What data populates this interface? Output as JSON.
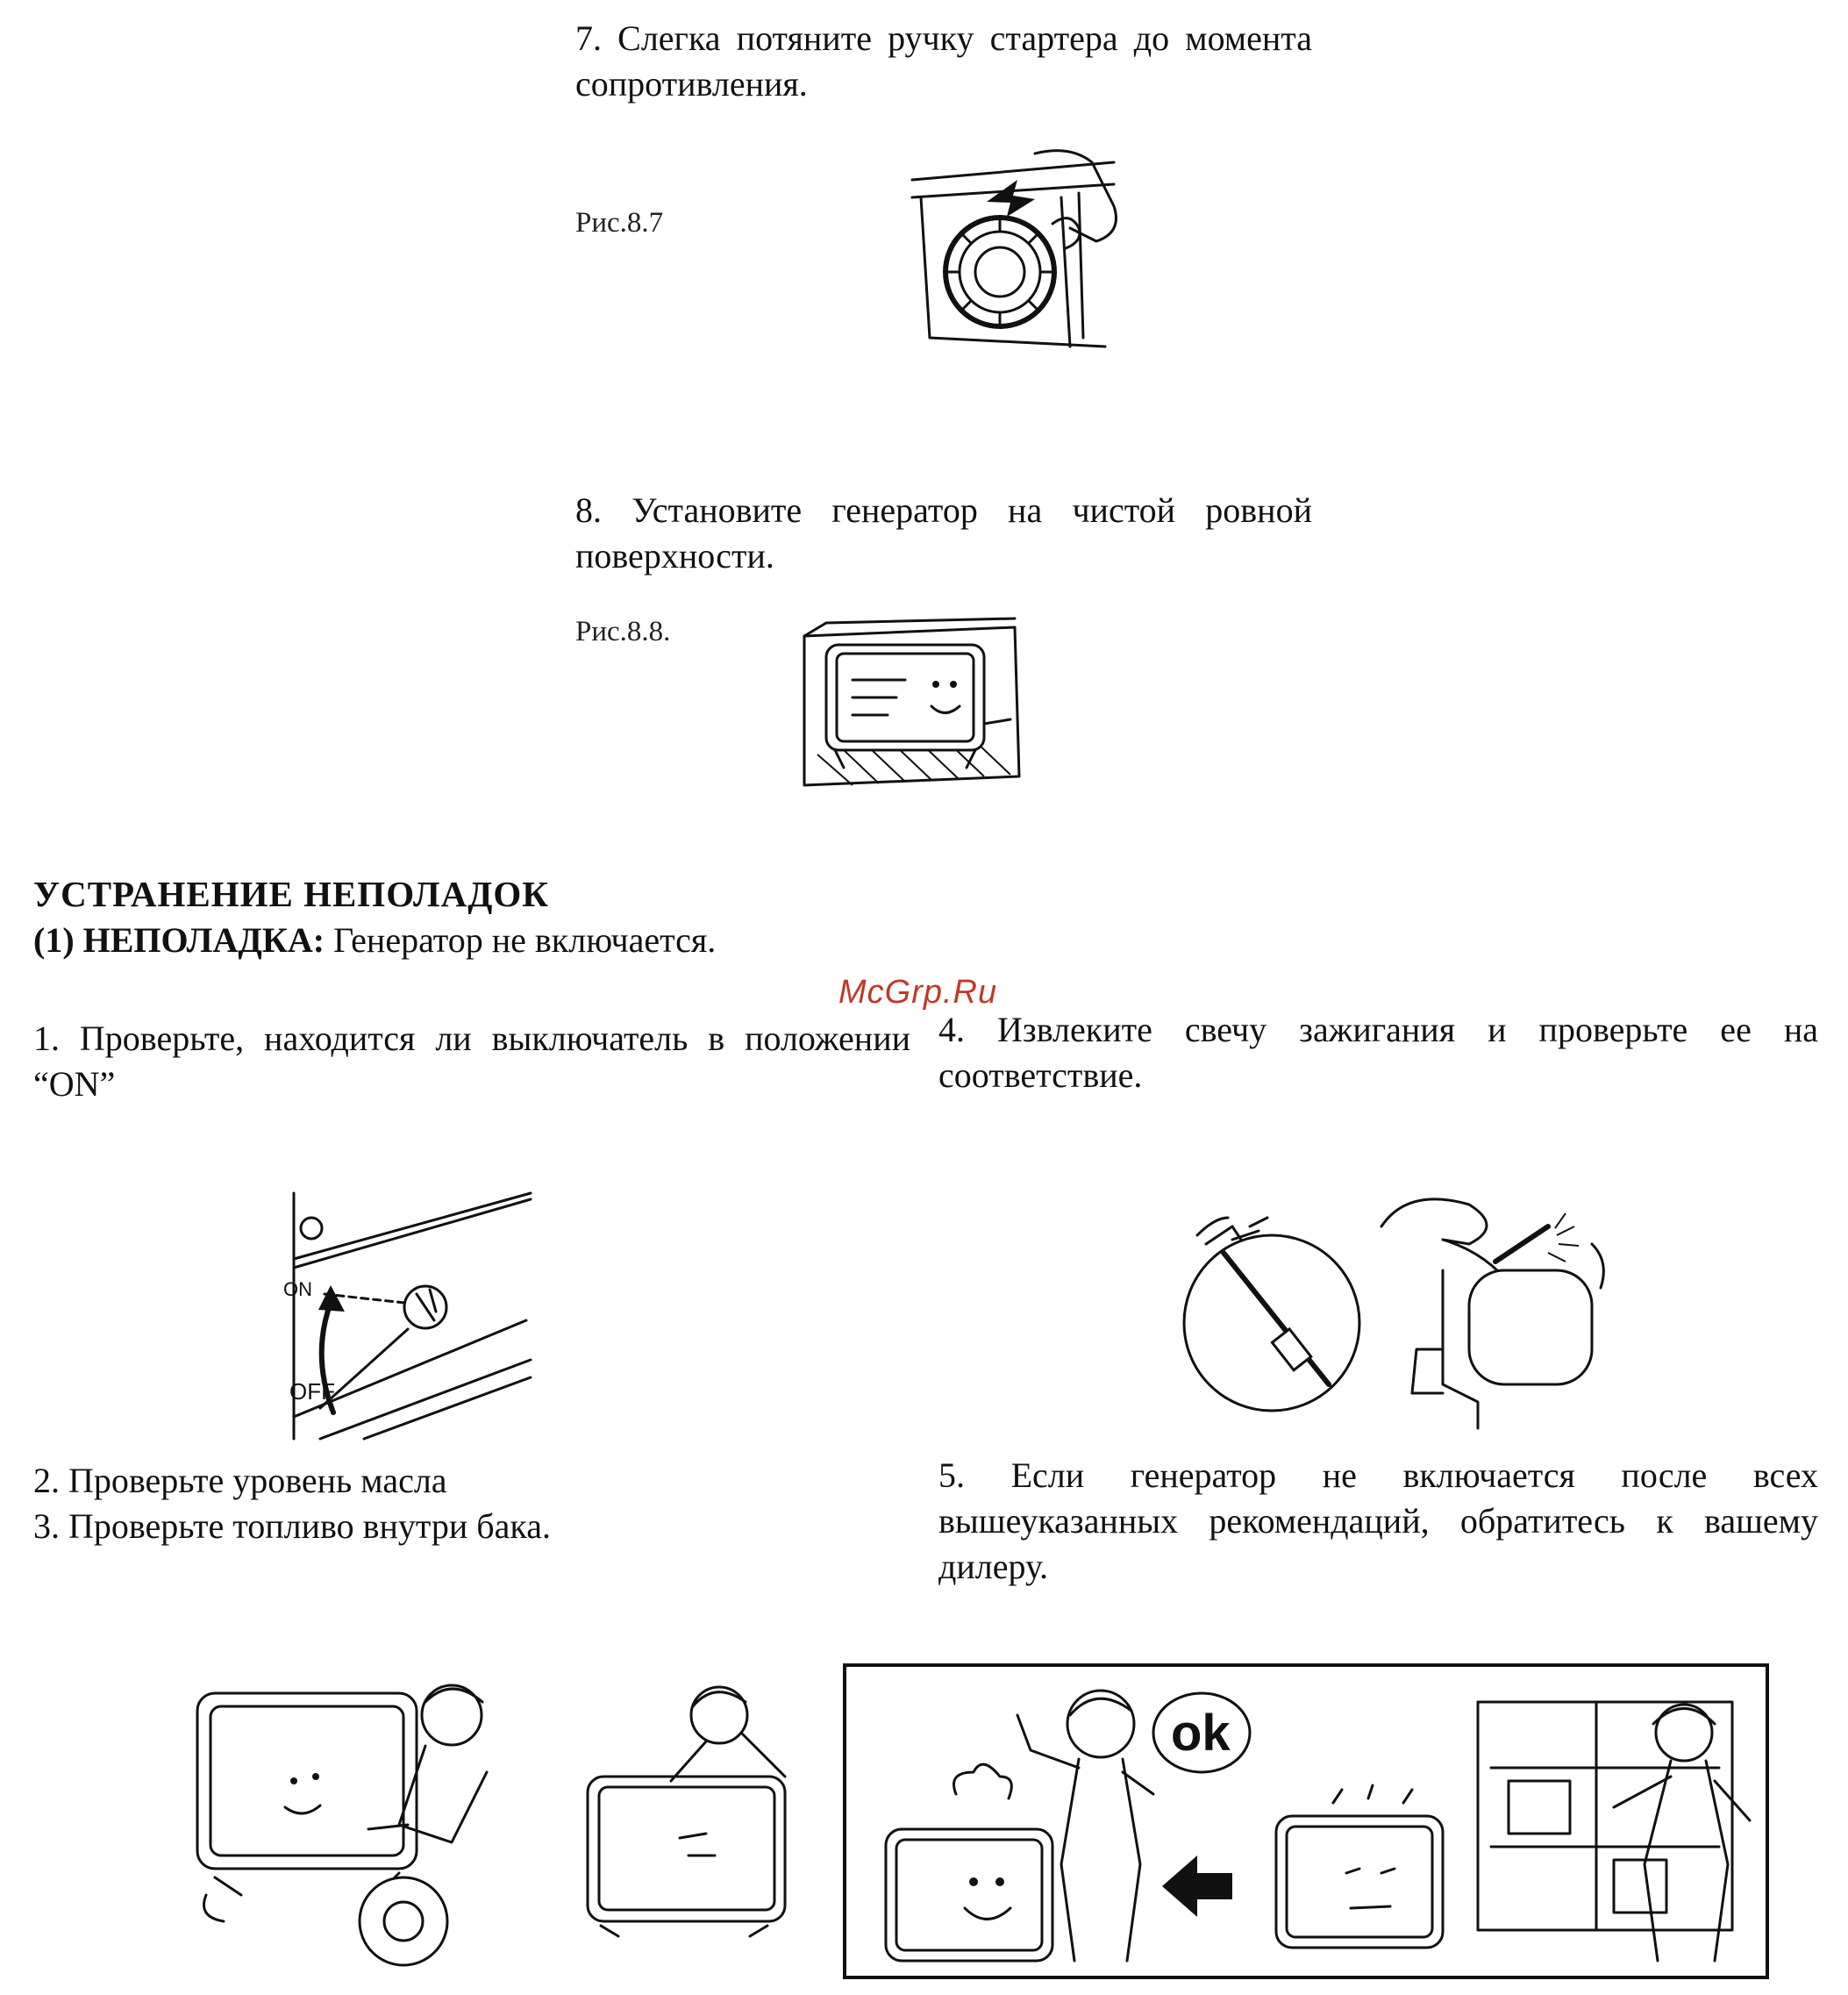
{
  "steps_top": {
    "step7": "7. Слегка потяните ручку стартера до момента сопротивления.",
    "fig87_caption": "Рис.8.7",
    "step8": "8. Установите генератор на чистой ровной поверхности.",
    "fig88_caption": "Рис.8.8."
  },
  "troubleshooting": {
    "heading": "УСТРАНЕНИЕ НЕПОЛАДОК",
    "problem_label": "(1) НЕПОЛАДКА:",
    "problem_text": "Генератор не включается.",
    "watermark": "McGrp.Ru",
    "check1": "1. Проверьте, находится ли выключатель в положении “ON”",
    "switch_on_label": "ON",
    "switch_off_label": "OFF",
    "check2": "2. Проверьте уровень масла",
    "check3": "3. Проверьте топливо внутри бака.",
    "check4": "4. Извлеките свечу зажигания и проверьте ее на соответствие.",
    "check5": "5. Если генератор не включается после всех вышеуказанных рекомендаций, обратитесь к вашему дилеру.",
    "ok_bubble": "ok"
  }
}
